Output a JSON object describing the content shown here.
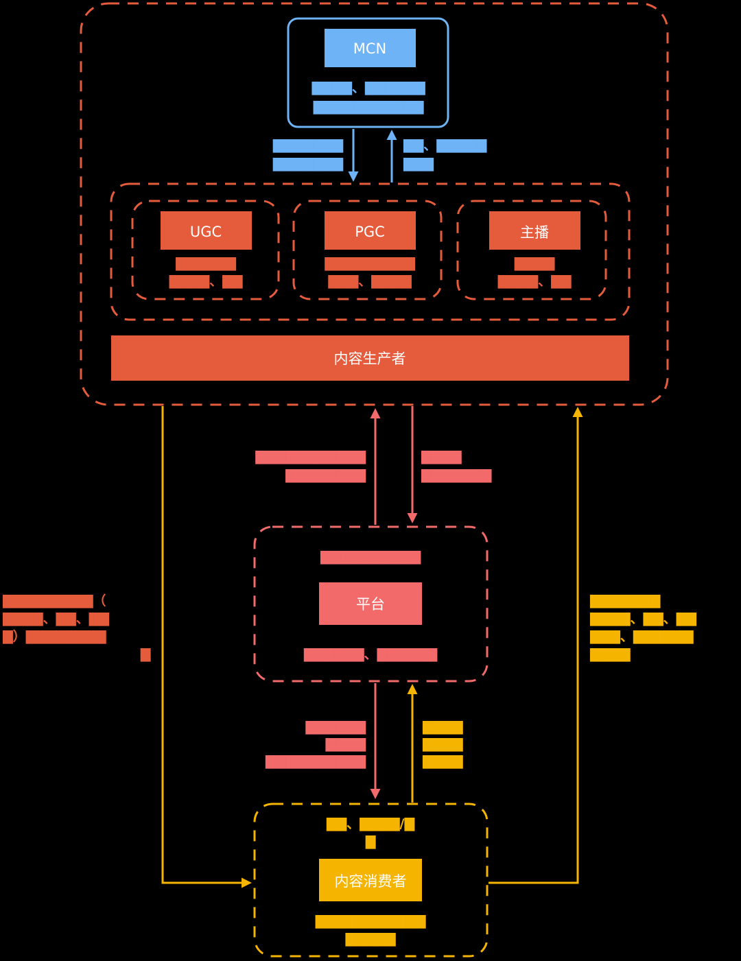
{
  "colors": {
    "background": "#000000",
    "producer": "#e55c3c",
    "mcn": "#6db3f5",
    "platform": "#f36a6a",
    "consumer": "#f5b400",
    "label_text": "#ffffff"
  },
  "mcn": {
    "label": "MCN",
    "caption_line1": "▇▇▇▇、▇▇▇▇▇▇",
    "caption_line2": "▇▇▇▇▇▇▇▇▇▇▇"
  },
  "mcn_links": {
    "down_line1": "▇▇▇▇▇▇▇",
    "down_line2": "▇▇▇▇▇▇▇",
    "up_line1": "▇▇、▇▇▇▇▇",
    "up_line2": "▇▇▇"
  },
  "producers": {
    "ugc": {
      "label": "UGC",
      "caption_line1": "▇▇▇▇▇▇",
      "caption_line2": "▇▇▇▇、▇▇"
    },
    "pgc": {
      "label": "PGC",
      "caption_line1": "▇▇▇▇▇▇▇▇▇",
      "caption_line2": "▇▇▇、▇▇▇▇"
    },
    "anchor": {
      "label": "主播",
      "caption_line1": "▇▇▇▇",
      "caption_line2": "▇▇▇▇、▇▇"
    },
    "bar_label": "内容生产者"
  },
  "producer_platform_links": {
    "up_line1": "▇▇▇▇▇▇▇▇▇▇▇",
    "up_line2": "▇▇▇▇▇▇▇▇",
    "down_line1": "▇▇▇▇",
    "down_line2": "▇▇▇▇▇▇▇"
  },
  "platform": {
    "label": "平台",
    "caption_top": "▇▇▇▇▇▇▇▇▇▇",
    "caption_bottom": "▇▇▇▇▇▇、▇▇▇▇▇▇"
  },
  "platform_consumer_links": {
    "down_line1": "▇▇▇▇▇▇",
    "down_line2": "▇▇▇▇",
    "down_line3": "▇▇▇▇▇▇▇▇▇▇",
    "up_line1": "▇▇▇▇",
    "up_line2": "▇▇▇▇",
    "up_line3": "▇▇▇▇"
  },
  "consumer": {
    "label": "内容消费者",
    "caption_top_line1": "▇▇、▇▇▇▇/▇",
    "caption_top_line2": "▇",
    "caption_bottom_line1": "▇▇▇▇▇▇▇▇▇▇▇",
    "caption_bottom_line2": "▇▇▇▇▇"
  },
  "left_note": {
    "line1": "▇▇▇▇▇▇▇▇▇（",
    "line2": "▇▇▇▇、▇▇、▇▇",
    "line3": "▇）▇▇▇▇▇▇▇▇",
    "line4": "▇"
  },
  "right_note": {
    "line1": "▇▇▇▇▇▇▇",
    "line2": "▇▇▇▇、▇▇、▇▇",
    "line3": "▇▇▇、▇▇▇▇▇▇",
    "line4": "▇▇▇▇"
  }
}
